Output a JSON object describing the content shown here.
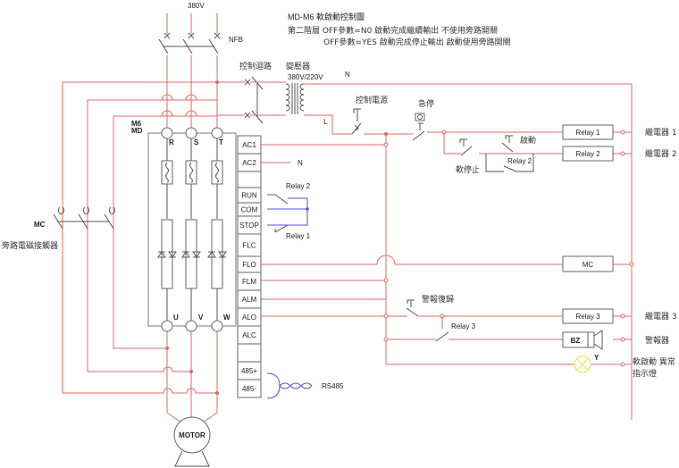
{
  "title": {
    "main": "MD-M6 軟啟動控制圖",
    "note_line1": "第二階層 OFF參數=N0 啟動完成繼續輸出 不使用旁路開關",
    "note_line2": "OFF參數=YES 啟動完成停止輸出 啟動使用旁路開關"
  },
  "power": {
    "supply": "380V",
    "breaker": "NFB",
    "control_circuit": "控制迴路",
    "transformer": "變壓器",
    "transformer_rating": "380V/220V",
    "neutral": "N",
    "line": "L"
  },
  "controller": {
    "model_line1": "M6",
    "model_line2": "MD",
    "inputs": [
      "R",
      "S",
      "T"
    ],
    "outputs": [
      "U",
      "V",
      "W"
    ],
    "terminals": [
      "AC1",
      "AC2",
      "",
      "RUN",
      "COM",
      "STOP",
      "FLC",
      "FLO",
      "FLM",
      "ALM",
      "ALO",
      "ALC",
      "",
      "485+",
      "485-"
    ],
    "ac2_neutral": "N",
    "relay_run": "Relay 2",
    "relay_stop": "Relay 1",
    "comm": "RS485"
  },
  "bypass": {
    "contactor": "MC",
    "description": "旁路電磁接觸器"
  },
  "motor": {
    "label": "MOTOR"
  },
  "control": {
    "power_switch": "控制電源",
    "estop": "急停",
    "start": "啟動",
    "soft_stop": "軟停止",
    "hold_relay": "Relay 2",
    "alarm_reset": "警報復歸",
    "alarm_relay_contact": "Relay 3",
    "lamp_color": "Y"
  },
  "coils": [
    {
      "label": "Relay 1",
      "desc": "繼電器 1"
    },
    {
      "label": "Relay 2",
      "desc": "繼電器 2"
    },
    {
      "label": "MC",
      "desc": ""
    },
    {
      "label": "Relay 3",
      "desc": "繼電器 3"
    },
    {
      "label": "BZ",
      "desc": "警報器"
    }
  ],
  "lamp": {
    "desc_line1": "軟啟動 異常",
    "desc_line2": "指示燈"
  },
  "colors": {
    "power_wire": "#e06a6a",
    "signal_wire": "#5555cc",
    "lamp": "#f0e060"
  }
}
